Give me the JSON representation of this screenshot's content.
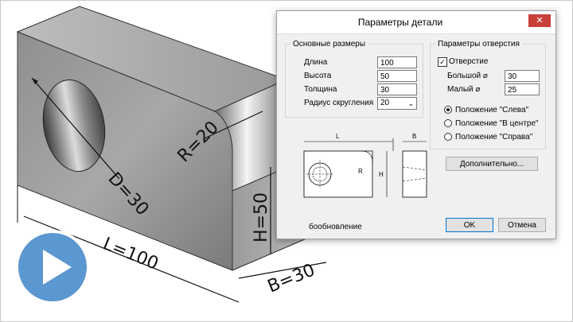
{
  "model": {
    "dim_length": "L=100",
    "dim_width": "B=30",
    "dim_height": "H=50",
    "dim_radius": "R=20",
    "dim_diameter": "D=30"
  },
  "dialog": {
    "title": "Параметры детали",
    "close_icon": "close-icon",
    "main_group": {
      "legend": "Основные размеры",
      "length_label": "Длина",
      "length_value": "100",
      "height_label": "Высота",
      "height_value": "50",
      "thickness_label": "Толщина",
      "thickness_value": "30",
      "radius_label": "Радиус скругления",
      "radius_value": "20"
    },
    "hole_group": {
      "legend": "Параметры отверстия",
      "hole_checkbox_label": "Отверстие",
      "hole_checked": true,
      "big_dia_label": "Большой ⌀",
      "big_dia_value": "30",
      "small_dia_label": "Малый ⌀",
      "small_dia_value": "25",
      "pos_left_label": "Положение \"Слева\"",
      "pos_center_label": "Положение \"В центре\"",
      "pos_right_label": "Положение \"Справа\"",
      "selected_position": "left"
    },
    "sketch": {
      "label_l": "L",
      "label_b": "B",
      "label_r": "R",
      "label_h": "H"
    },
    "more_button": "Дополнительно...",
    "autoupdate_label": "бообновление",
    "ok_button": "OK",
    "cancel_button": "Отмена"
  },
  "colors": {
    "play_button": "#5b97d1",
    "close_button": "#c7403a"
  }
}
